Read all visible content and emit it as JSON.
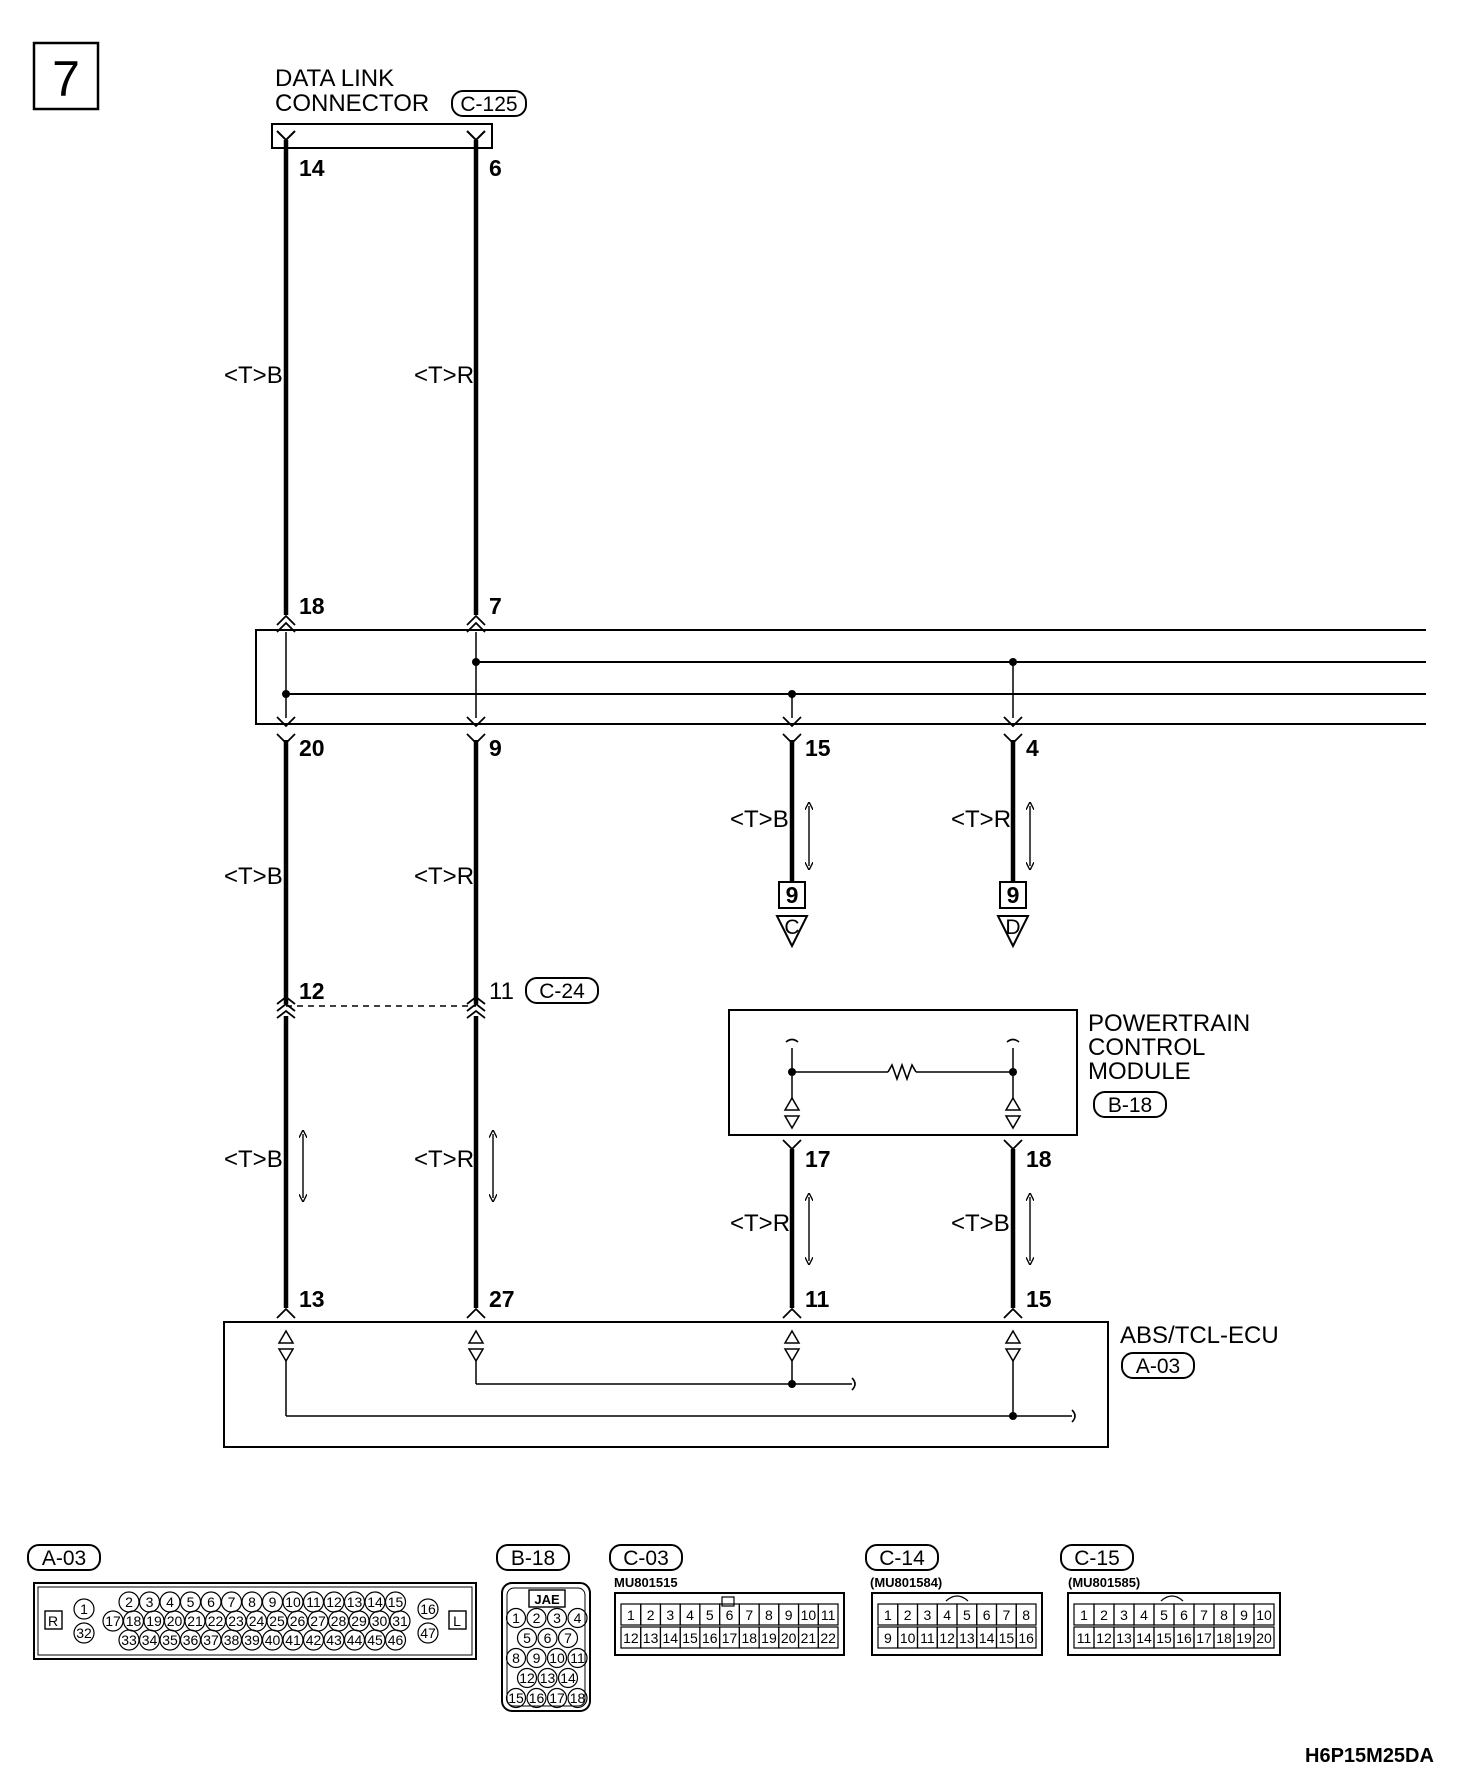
{
  "page_number": "7",
  "data_link_connector": {
    "name_line1": "DATA LINK",
    "name_line2": "CONNECTOR",
    "code": "C-125",
    "pins": {
      "left_top": "14",
      "right_top": "6"
    }
  },
  "wire_colors": {
    "black": "<T>B",
    "red": "<T>R"
  },
  "junction": {
    "pins_top": {
      "left": "18",
      "right": "7"
    },
    "pins_bottom": {
      "a": "20",
      "b": "9",
      "c": "15",
      "d": "4"
    }
  },
  "continuation": {
    "left": {
      "number": "9",
      "letter": "C"
    },
    "right": {
      "number": "9",
      "letter": "D"
    }
  },
  "c24": {
    "code": "C-24",
    "left_pin": "12",
    "right_pin": "11"
  },
  "pcm": {
    "line1": "POWERTRAIN",
    "line2": "CONTROL",
    "line3": "MODULE",
    "code": "B-18",
    "pins": {
      "left": "17",
      "right": "18"
    }
  },
  "abs": {
    "name": "ABS/TCL-ECU",
    "code": "A-03",
    "pins": {
      "a": "13",
      "b": "27",
      "c": "11",
      "d": "15"
    }
  },
  "connectors": [
    {
      "code": "A-03",
      "rows": [
        [
          "2",
          "3",
          "4",
          "5",
          "6",
          "7",
          "8",
          "9",
          "10",
          "11",
          "12",
          "13",
          "14",
          "15"
        ],
        [
          "17",
          "18",
          "19",
          "20",
          "21",
          "22",
          "23",
          "24",
          "25",
          "26",
          "27",
          "28",
          "29",
          "30",
          "31"
        ],
        [
          "33",
          "34",
          "35",
          "36",
          "37",
          "38",
          "39",
          "40",
          "41",
          "42",
          "43",
          "44",
          "45",
          "46"
        ]
      ],
      "left_pins": [
        "1",
        "32"
      ],
      "right_pins": [
        "16",
        "47"
      ],
      "left_mark": "R",
      "right_mark": "L"
    },
    {
      "code": "B-18",
      "tag": "JAE",
      "rows": [
        [
          "1",
          "2",
          "3",
          "4"
        ],
        [
          "5",
          "6",
          "7"
        ],
        [
          "8",
          "9",
          "10",
          "11"
        ],
        [
          "12",
          "13",
          "14"
        ],
        [
          "15",
          "16",
          "17",
          "18"
        ]
      ]
    },
    {
      "code": "C-03",
      "part": "MU801515",
      "rows": [
        [
          "1",
          "2",
          "3",
          "4",
          "5",
          "6",
          "7",
          "8",
          "9",
          "10",
          "11"
        ],
        [
          "12",
          "13",
          "14",
          "15",
          "16",
          "17",
          "18",
          "19",
          "20",
          "21",
          "22"
        ]
      ]
    },
    {
      "code": "C-14",
      "part": "(MU801584)",
      "rows": [
        [
          "1",
          "2",
          "3",
          "4",
          "5",
          "6",
          "7",
          "8"
        ],
        [
          "9",
          "10",
          "11",
          "12",
          "13",
          "14",
          "15",
          "16"
        ]
      ]
    },
    {
      "code": "C-15",
      "part": "(MU801585)",
      "rows": [
        [
          "1",
          "2",
          "3",
          "4",
          "5",
          "6",
          "7",
          "8",
          "9",
          "10"
        ],
        [
          "11",
          "12",
          "13",
          "14",
          "15",
          "16",
          "17",
          "18",
          "19",
          "20"
        ]
      ]
    }
  ],
  "drawing_code": "H6P15M25DA"
}
